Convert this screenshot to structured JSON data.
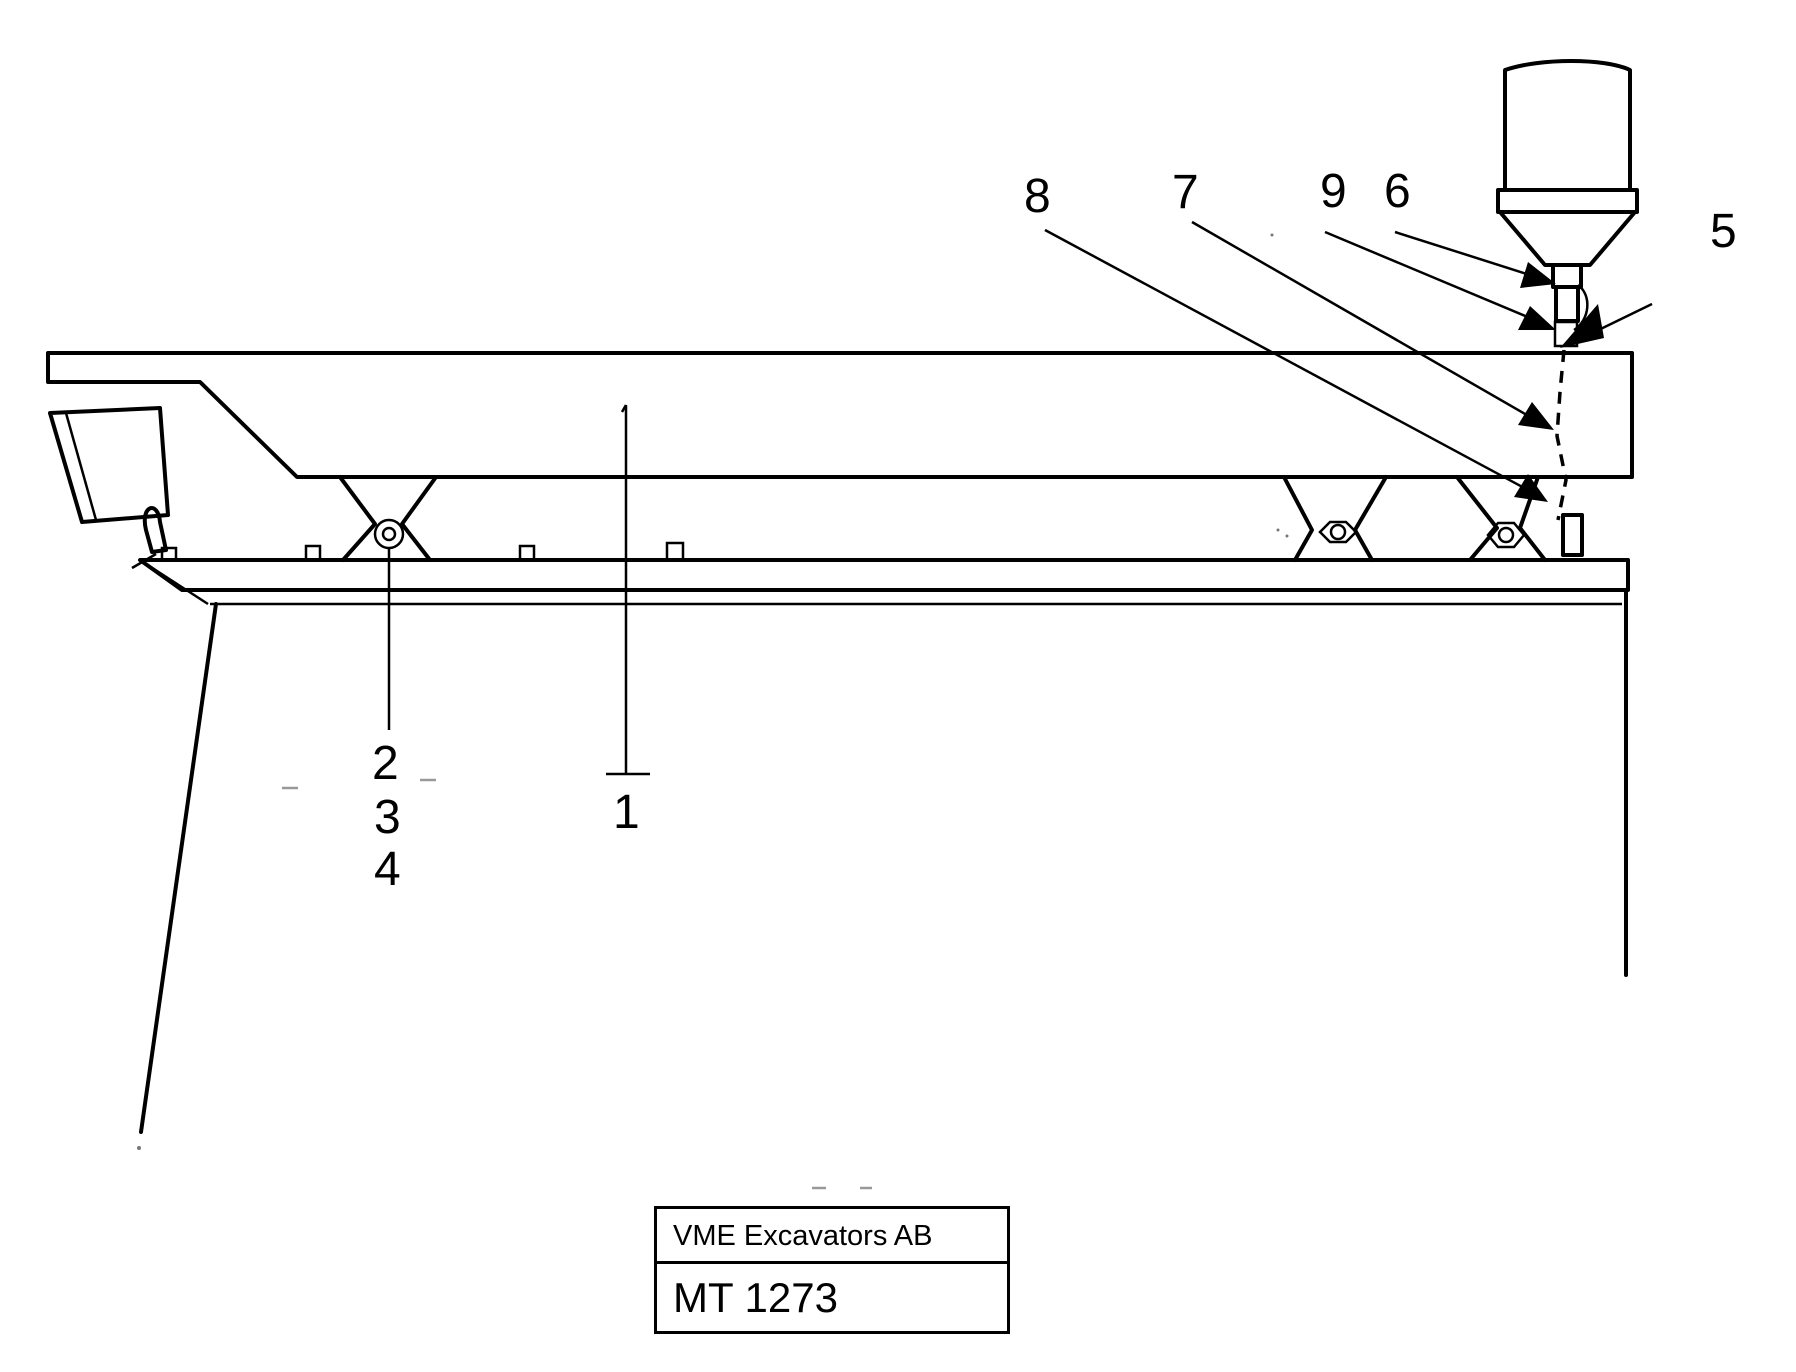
{
  "callouts": {
    "c1": "1",
    "c2": "2",
    "c3": "3",
    "c4": "4",
    "c5": "5",
    "c6": "6",
    "c7": "7",
    "c8": "8",
    "c9": "9"
  },
  "title_block": {
    "company": "VME Excavators AB",
    "drawing_number": "MT 1273"
  }
}
